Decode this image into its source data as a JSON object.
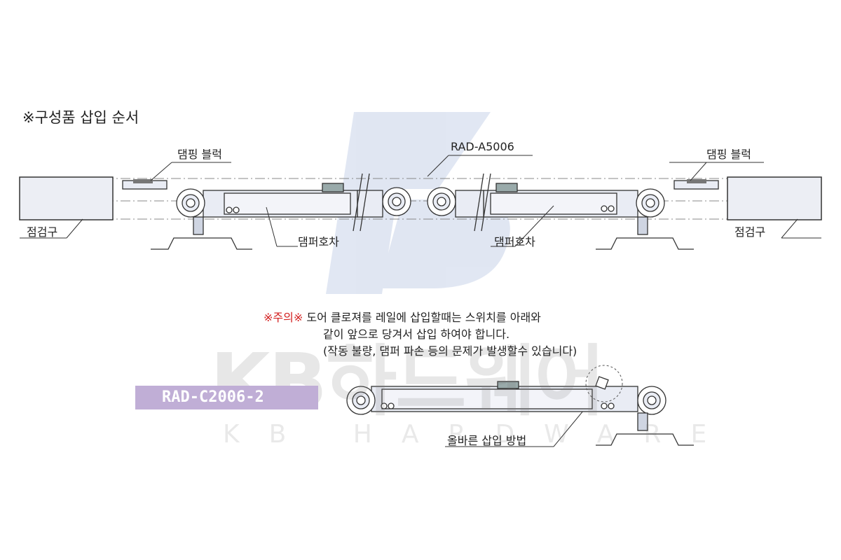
{
  "title": "※구성품 삽입 순서",
  "labels": {
    "damping_block_left": "댐핑 블럭",
    "damping_block_right": "댐핑 블럭",
    "rail": "RAD-A5006",
    "inspection_left": "점검구",
    "inspection_right": "점검구",
    "damper_car_left": "댐퍼호차",
    "damper_car_right": "댐퍼호차",
    "correct_insert": "올바른 삽입 방법"
  },
  "note": {
    "mark": "※주의※",
    "line1": " 도어 클로져를 레일에 삽입할때는 스위치를 아래와",
    "line2": "같이 앞으로 당겨서 삽입 하여야 합니다.",
    "line3": "(작동 불량, 댐퍼 파손 등의 문제가 발생할수 있습니다)"
  },
  "model": "RAD-C2006-2",
  "watermark": {
    "brand": "KB하드웨어",
    "sub": "KB HARDWARE"
  },
  "colors": {
    "accent_badge": "#c0aed6",
    "warning": "#d32020",
    "part_fill": "#e9ecf4",
    "line": "#333333"
  }
}
